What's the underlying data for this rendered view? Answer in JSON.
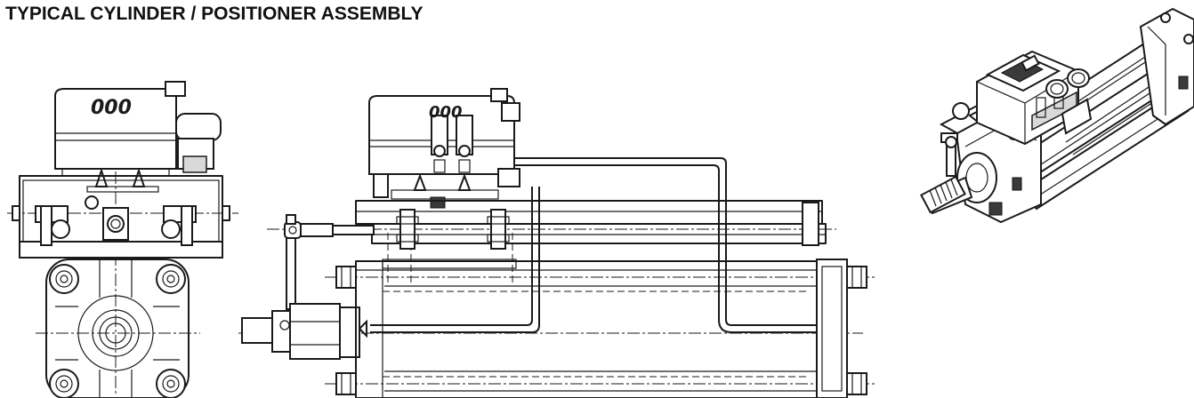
{
  "title": "TYPICAL CYLINDER / POSITIONER ASSEMBLY",
  "front_view": {
    "display_text": "000"
  },
  "side_view": {
    "display_text": "000"
  }
}
